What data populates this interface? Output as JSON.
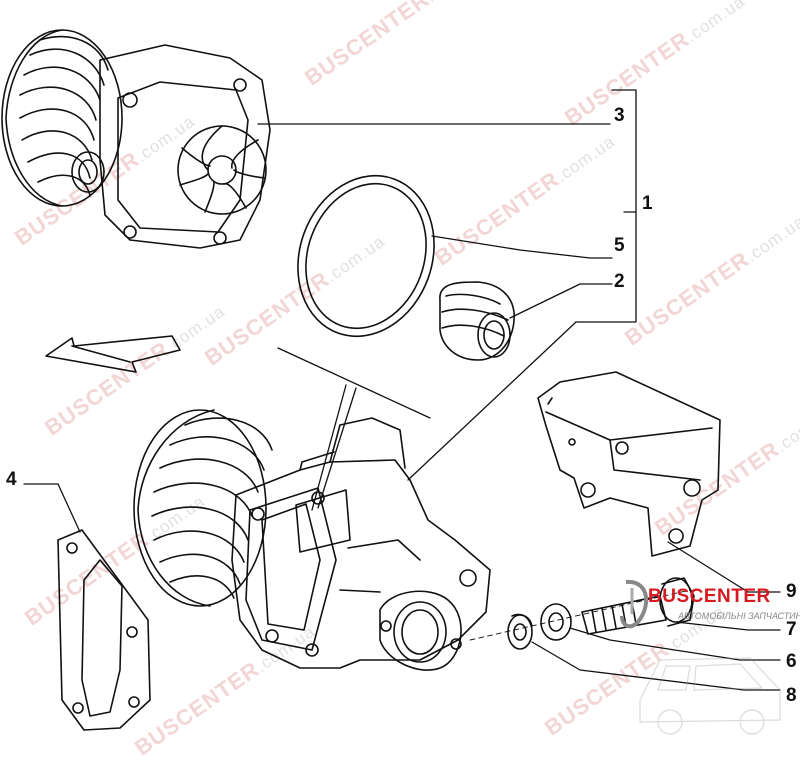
{
  "watermark": {
    "brand": "BUSCENTER",
    "domain": ".com.ua"
  },
  "callouts": [
    {
      "id": "1",
      "label": "1"
    },
    {
      "id": "2",
      "label": "2"
    },
    {
      "id": "3",
      "label": "3"
    },
    {
      "id": "4",
      "label": "4"
    },
    {
      "id": "5",
      "label": "5"
    },
    {
      "id": "6",
      "label": "6"
    },
    {
      "id": "7",
      "label": "7"
    },
    {
      "id": "8",
      "label": "8"
    },
    {
      "id": "9",
      "label": "9"
    }
  ],
  "logo": {
    "title": "BUSCENTER",
    "subtitle": "АВТОМОБІЛЬНІ ЗАПЧАСТИНИ",
    "brand_color": "#d71920"
  },
  "line_color": "#111111"
}
